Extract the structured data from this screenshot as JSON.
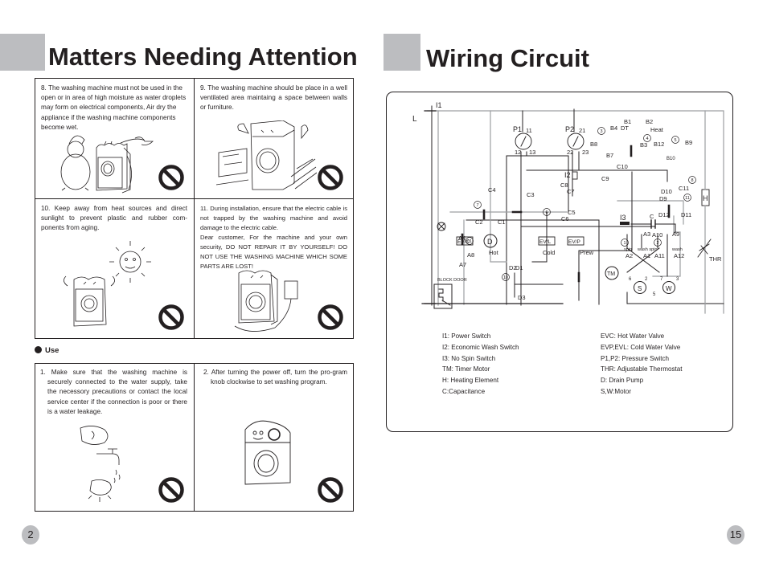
{
  "left_page": {
    "title": "Matters Needing Attention",
    "items": [
      {
        "number": "8",
        "text": "8. The washing machine must not be used in the open or in area of high moisture as water droplets may form on electrical components, Air dry the appliance if the washing machine components become wet.",
        "illustration": "snowman-and-wet-washing-machine",
        "icon": "prohibited-icon"
      },
      {
        "number": "9",
        "text": "9. The washing machine should be place in a well ventilated area maintaing  a space between walls or furniture.",
        "illustration": "washing-machine-pushing-walls",
        "icon": "prohibited-icon"
      },
      {
        "number": "10",
        "text": "10. Keep away from heat sources and direct sunlight to prevent plastic and rubber com-ponents from aging.",
        "illustration": "washing-machine-under-sun",
        "icon": "prohibited-icon"
      },
      {
        "number": "11",
        "text_lines": [
          "11. During installation, ensure that the electric cable is not trapped by the washing machine and avoid damage to the electric cable.",
          "Dear customer, For the machine and your own security, DO NOT REPAIR IT BY YOURSELF! DO NOT USE THE WASHING MACHINE WHICH SOME PARTS ARE LOST!"
        ],
        "illustration": "washing-machine-with-plug",
        "icon": "prohibited-icon"
      }
    ],
    "use_section": {
      "label": "Use",
      "items": [
        {
          "number": "1",
          "text": "1. Make sure that the washing machine is securely connected to the water supply, take the necessory precautions or contact the local service center if the connection is poor or there is a water leakage.",
          "illustration": "leaking-water-tap",
          "icon": "prohibited-icon"
        },
        {
          "number": "2",
          "text": "2. After turning the  power off, turn the pro-gram knob clockwise to set washing program.",
          "illustration": "washing-machine-knob",
          "icon": "prohibited-icon"
        }
      ]
    },
    "page_number": "2"
  },
  "right_page": {
    "title": "Wiring Circuit",
    "diagram_labels": {
      "L": "L",
      "I1": "I1",
      "I2": "I2",
      "I3": "I3",
      "P1": "P1",
      "P2": "P2",
      "p11": "11",
      "p12": "12",
      "p13": "13",
      "p21": "21",
      "p22": "22",
      "p23": "23",
      "B1": "B1",
      "B2": "B2",
      "B3": "B3",
      "B4": "B4",
      "B7": "B7",
      "B8": "B8",
      "B9": "B9",
      "B10": "B10",
      "B12": "B12",
      "DT": "DT",
      "Heat": "Heat",
      "C": "C",
      "C1": "C1",
      "C2": "C2",
      "C3": "C3",
      "C4": "C4",
      "C5": "C5",
      "C6": "C6",
      "C7": "C7",
      "C8": "C8",
      "C9": "C9",
      "C10": "C10",
      "C11": "C11",
      "D": "D",
      "D1": "D1",
      "D2": "D2",
      "D3": "D3",
      "D9": "D9",
      "D10": "D10",
      "D11": "D11",
      "D12": "D12",
      "A1": "A1",
      "A2": "A2",
      "A3": "A3",
      "A4": "A4",
      "A7": "A7",
      "A8": "A8",
      "A9": "A9",
      "A10": "A10",
      "A11": "A11",
      "A12": "A12",
      "H": "H",
      "THR": "THR",
      "TM": "TM",
      "S": "S",
      "W": "W",
      "EVC": "EV/C",
      "EVL": "EV/L",
      "EVP": "EV/P",
      "hot": "Hot",
      "cold": "Cold",
      "prew": "Prew",
      "block_door": "BLOCK DOOR",
      "spin": "spin",
      "wash_spin": "wash spin",
      "wash": "wash",
      "a": "a",
      "b": "b",
      "m2": "2",
      "m3": "3",
      "m5": "5",
      "m6": "6",
      "m7": "7",
      "circled": [
        "1",
        "2",
        "3",
        "4",
        "5",
        "6",
        "7",
        "8",
        "10",
        "11",
        "01"
      ]
    },
    "legend_left": [
      "I1: Power Switch",
      "I2: Economic Wash Switch",
      "I3: No Spin Switch",
      "TM: Timer Motor",
      "H: Heating Element",
      "C:Capacitance"
    ],
    "legend_right": [
      "EVC: Hot Water Valve",
      "EVP,EVL: Cold Water Valve",
      "P1,P2: Pressure Switch",
      "THR: Adjustable Thermostat",
      "D: Drain Pump",
      "S,W:Motor"
    ],
    "page_number": "15"
  },
  "colors": {
    "accent_gray": "#bcbdc0",
    "ink": "#231f20",
    "wire_gray": "#9d9fa2"
  }
}
